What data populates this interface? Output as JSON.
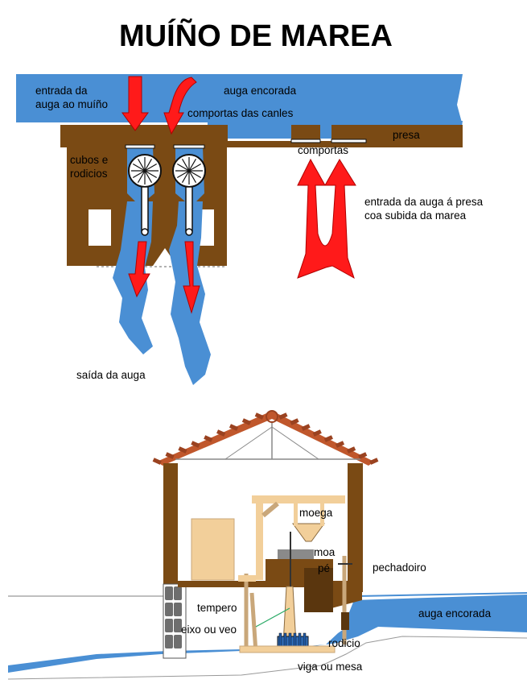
{
  "title": "MUÍÑO DE MAREA",
  "plan_view": {
    "labels": {
      "water_inlet_line1": "entrada da",
      "water_inlet_line2": "auga ao muíño",
      "dammed_water": "auga encorada",
      "channel_gates": "comportas das canles",
      "cubes_line1": "cubos e",
      "cubes_line2": "rodicios",
      "dam": "presa",
      "gates": "comportas",
      "tide_inlet_line1": "entrada da auga á presa",
      "tide_inlet_line2": "coa subida da marea",
      "water_outlet": "saída da auga"
    }
  },
  "section_view": {
    "labels": {
      "hopper": "moega",
      "millstone": "moa",
      "foot": "pé",
      "stopper": "pechadoiro",
      "tempering": "tempero",
      "axle": "eixo ou veo",
      "dammed_water": "auga encorada",
      "wheel": "rodicio",
      "beam": "viga ou mesa"
    }
  },
  "colors": {
    "water": "#4a8fd4",
    "wall": "#7a4a14",
    "wood": "#f2cf9a",
    "arrow": "#ff1a1a",
    "roof": "#c0572c",
    "stone": "#6e6e6e",
    "millstone": "#8a8a8a"
  }
}
